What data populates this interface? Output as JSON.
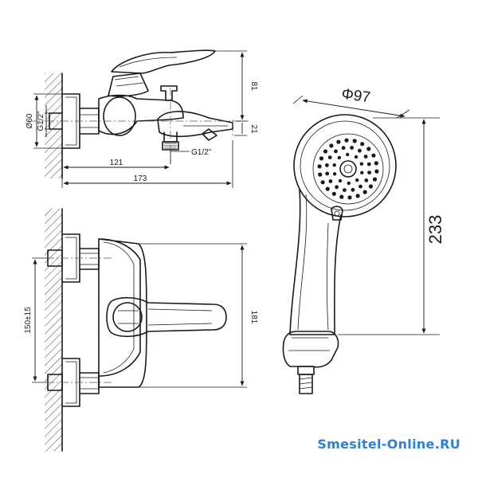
{
  "dimensions": {
    "side_height": "81",
    "side_outlet": "21",
    "side_diameter": "Ø60",
    "side_inlet_thread": "G1/2\"",
    "spout_thread": "G1/2\"",
    "side_depth_short": "121",
    "side_depth_long": "173",
    "front_spacing": "150±15",
    "front_height": "181",
    "shower_diameter": "Φ97",
    "shower_length": "233"
  },
  "watermark": "Smesitel-Online.RU"
}
